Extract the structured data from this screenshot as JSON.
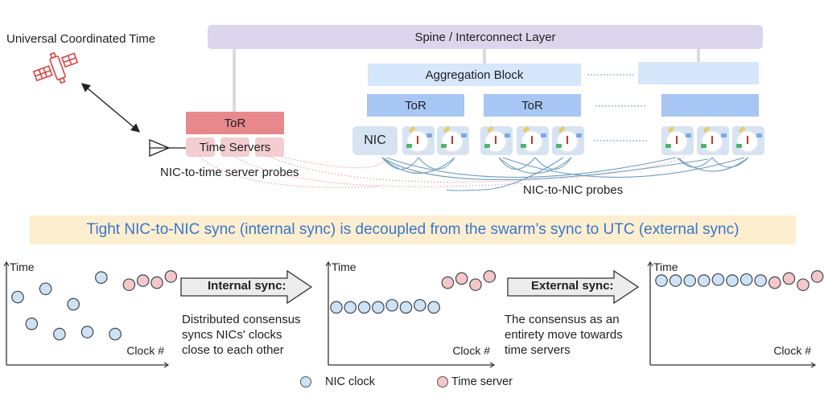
{
  "title_utc": "Universal Coordinated Time",
  "spine": {
    "label": "Spine / Interconnect Layer"
  },
  "aggregation": {
    "label": "Aggregation Block"
  },
  "tor": {
    "red_label": "ToR",
    "blue_labels": [
      "ToR",
      "ToR",
      ""
    ]
  },
  "time_servers": {
    "label": "Time Servers"
  },
  "nic": {
    "label": "NIC"
  },
  "probes": {
    "nic_to_time_server": "NIC-to-time server probes",
    "nic_to_nic": "NIC-to-NIC probes"
  },
  "banner": {
    "text": "Tight NIC-to-NIC sync (internal sync) is decoupled from the swarm’s sync to UTC (external sync)"
  },
  "arrows": {
    "internal": {
      "label": "Internal sync:",
      "description": [
        "Distributed consensus",
        "syncs NICs' clocks",
        "close to each other"
      ]
    },
    "external": {
      "label": "External sync:",
      "description": [
        "The consensus as an",
        "entirety move towards",
        "time servers"
      ]
    }
  },
  "legend": {
    "nic_clock": "NIC clock",
    "time_server": "Time server"
  },
  "colors": {
    "nic_fill": "#cfe2f3",
    "server_fill": "#f4c7c9",
    "banner_text": "#3a76c9",
    "satellite": "#d64545",
    "probe_nic": "#6d9cc2",
    "probe_server": "#e7a3a3"
  },
  "charts": [
    {
      "name": "before",
      "ylabel": "Time",
      "xlabel": "Clock #",
      "nic_points": [
        [
          0,
          0.66
        ],
        [
          1,
          0.4
        ],
        [
          2,
          0.74
        ],
        [
          3,
          0.3
        ],
        [
          4,
          0.59
        ],
        [
          5,
          0.32
        ],
        [
          6,
          0.85
        ],
        [
          7,
          0.3
        ]
      ],
      "server_points": [
        [
          8,
          0.78
        ],
        [
          9,
          0.82
        ],
        [
          10,
          0.8
        ],
        [
          11,
          0.86
        ]
      ]
    },
    {
      "name": "after-internal",
      "ylabel": "Time",
      "xlabel": "Clock #",
      "nic_points": [
        [
          0,
          0.56
        ],
        [
          1,
          0.56
        ],
        [
          2,
          0.56
        ],
        [
          3,
          0.56
        ],
        [
          4,
          0.58
        ],
        [
          5,
          0.56
        ],
        [
          6,
          0.58
        ],
        [
          7,
          0.56
        ]
      ],
      "server_points": [
        [
          8,
          0.8
        ],
        [
          9,
          0.84
        ],
        [
          10,
          0.78
        ],
        [
          11,
          0.86
        ]
      ]
    },
    {
      "name": "after-external",
      "ylabel": "Time",
      "xlabel": "Clock #",
      "nic_points": [
        [
          0,
          0.82
        ],
        [
          1,
          0.82
        ],
        [
          2,
          0.82
        ],
        [
          3,
          0.82
        ],
        [
          4,
          0.83
        ],
        [
          5,
          0.82
        ],
        [
          6,
          0.83
        ],
        [
          7,
          0.82
        ]
      ],
      "server_points": [
        [
          8,
          0.8
        ],
        [
          9,
          0.84
        ],
        [
          10,
          0.78
        ],
        [
          11,
          0.86
        ]
      ]
    }
  ]
}
